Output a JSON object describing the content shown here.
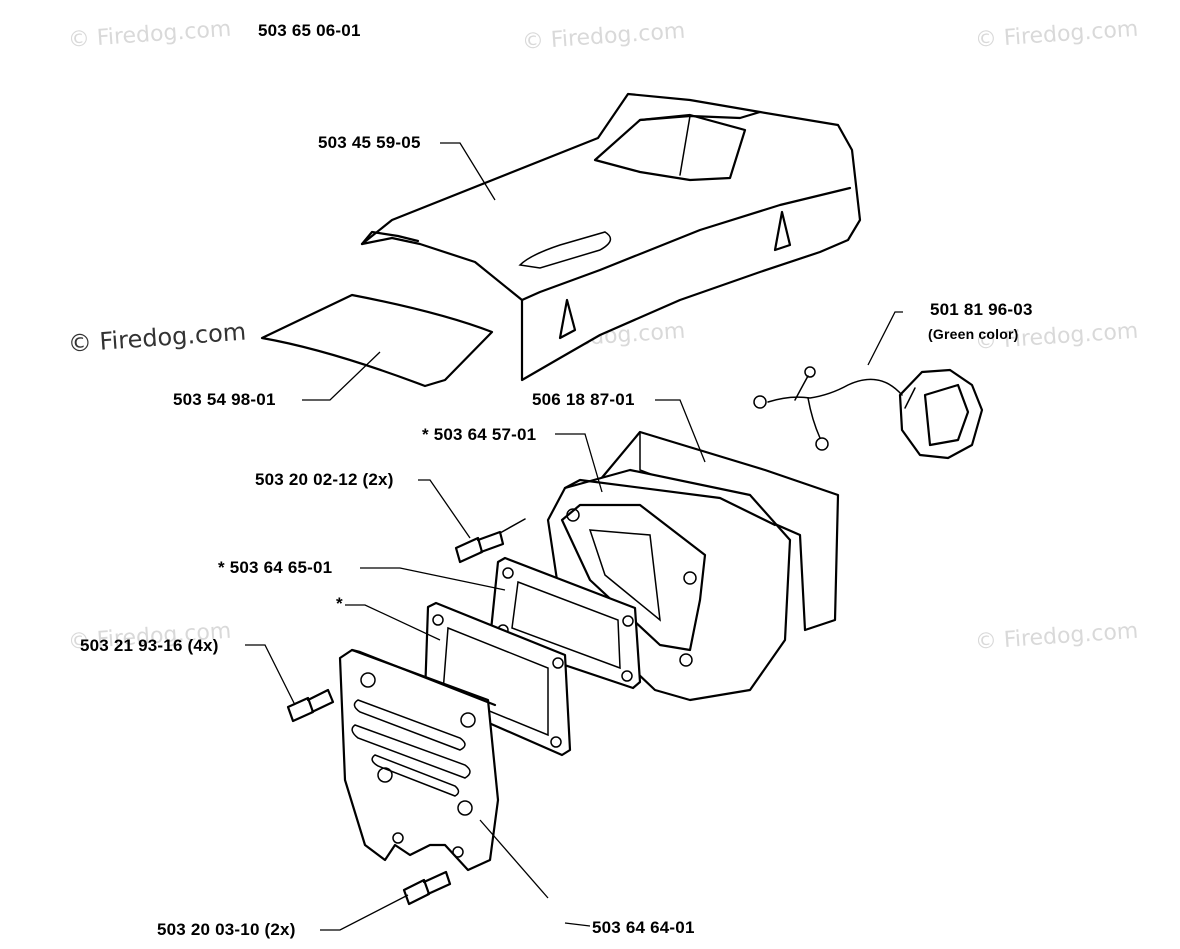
{
  "watermark": "© Firedog.com",
  "labels": {
    "title": "503 65 06-01",
    "cover": "503 45 59-05",
    "filter_sheet": "503 54 98-01",
    "fuel_cap": "501 81 96-03",
    "fuel_cap_note": "(Green color)",
    "muffler_guard": "506 18 87-01",
    "gasket_top": "* 503 64 57-01",
    "screw_a": "503 20 02-12 (2x)",
    "gasket_mid": "* 503 64 65-01",
    "star_only": "*",
    "screw_b": "503 21 93-16 (4x)",
    "screw_c": "503 20 03-10 (2x)",
    "plate": "503 64 64-01"
  }
}
